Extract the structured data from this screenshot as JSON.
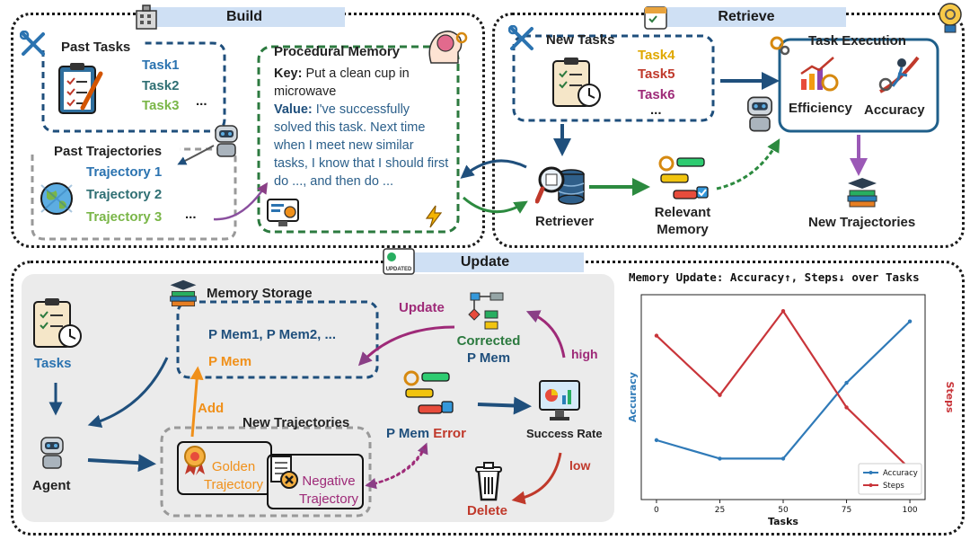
{
  "build": {
    "title": "Build",
    "past_tasks_label": "Past Tasks",
    "tasks": [
      "Task1",
      "Task2",
      "Task3"
    ],
    "tasks_ellipsis": "...",
    "past_trajectories_label": "Past Trajectories",
    "trajectories": [
      "Trajectory 1",
      "Trajectory 2",
      "Trajectory 3"
    ],
    "traj_ellipsis": "...",
    "procedural_memory_label": "Procedural Memory",
    "key_label": "Key:",
    "key_text": "Put a clean cup in microwave",
    "value_label": "Value:",
    "value_text": "I've successfully solved this task. Next time when I meet new similar tasks, I know that I should first do ..., and then do ..."
  },
  "retrieve": {
    "title": "Retrieve",
    "new_tasks_label": "New Tasks",
    "tasks": [
      "Task4",
      "Task5",
      "Task6"
    ],
    "tasks_ellipsis": "...",
    "task_execution_label": "Task Execution",
    "efficiency_label": "Efficiency",
    "accuracy_label": "Accuracy",
    "retriever_label": "Retriever",
    "relevant_memory_label": "Relevant Memory",
    "new_trajectories_label": "New Trajectories"
  },
  "update": {
    "title": "Update",
    "badge_text": "UPDATED",
    "tasks_label": "Tasks",
    "agent_label": "Agent",
    "memory_storage_label": "Memory Storage",
    "p_mem_list": "P Mem1, P Mem2, ...",
    "p_mem": "P Mem",
    "update_label": "Update",
    "corrected_label": "Corrected",
    "corrected_pmem": "P Mem",
    "high_label": "high",
    "low_label": "low",
    "add_label": "Add",
    "new_trajectories_label": "New Trajectories",
    "golden_label": "Golden Trajectory",
    "negative_label": "Negative Trajectory",
    "pmem_error_a": "P Mem",
    "pmem_error_b": "Error",
    "success_rate_label": "Success Rate",
    "delete_label": "Delete"
  },
  "chart_data": {
    "type": "line",
    "title": "Memory Update: Accuracy↑, Steps↓ over Tasks",
    "xlabel": "Tasks",
    "ylabel_left": "Accuracy",
    "ylabel_right": "Steps",
    "x": [
      0,
      25,
      50,
      75,
      100
    ],
    "xticks": [
      "0",
      "25",
      "50",
      "75",
      "100"
    ],
    "xlim": [
      -6,
      106
    ],
    "series": [
      {
        "name": "Accuracy",
        "color": "#2f7ab8",
        "values": [
          0.29,
          0.2,
          0.2,
          0.57,
          0.87
        ]
      },
      {
        "name": "Steps",
        "color": "#c9353a",
        "values": [
          0.8,
          0.51,
          0.92,
          0.45,
          0.15
        ]
      }
    ],
    "ylim": [
      0,
      1
    ],
    "grid": false,
    "legend_position": "bottom-right"
  },
  "colors": {
    "title_bg": "#cfe0f4",
    "blue": "#2b73b0",
    "navy": "#1f4f7c",
    "green_dark": "#2c7a3f",
    "green_light": "#7ab648",
    "teal": "#2f6f73",
    "orange": "#f0901a",
    "red": "#c9353a",
    "purple": "#9e2a78",
    "arrow_purple": "#8a4f9e"
  }
}
